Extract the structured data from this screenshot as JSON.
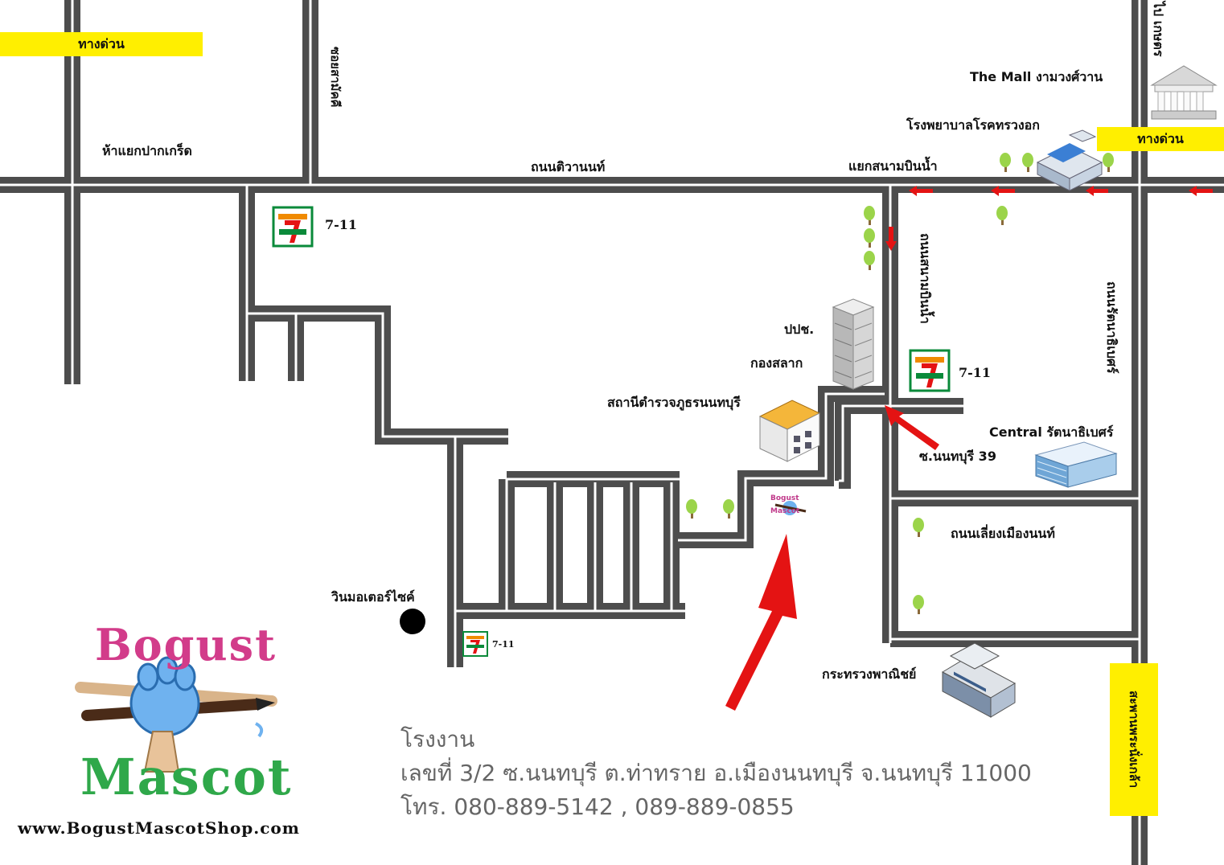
{
  "signs": {
    "expressway_left": "ทางด่วน",
    "expressway_right": "ทางด่วน",
    "bridge": "สะพานพระนั่งเกล้า"
  },
  "roads": {
    "tiwanon": "ถนนติวานนท์",
    "soi_sanambin": "ซอยสามัคคี",
    "sanambinnam": "ถนนสนามบินน้ำ",
    "rattanathibet": "ถนนรัตนาธิเบศร์",
    "kaset": "ไป เกษตร",
    "liang_mueang": "ถนนเลี่ยงเมืองนนท์",
    "soi39": "ซ.นนทบุรี 39"
  },
  "places": {
    "pak_kret_junction": "ห้าแยกปากเกร็ด",
    "the_mall": "The Mall งามวงศ์วาน",
    "chest_hospital": "โรงพยาบาลโรคทรวงอก",
    "sanambin_junction": "แยกสนามบินน้ำ",
    "ppch": "ปปช.",
    "lottery": "กองสลาก",
    "police_station": "สถานีตำรวจภูธรนนทบุรี",
    "central": "Central รัตนาธิเบศร์",
    "commerce_ministry": "กระทรวงพาณิชย์",
    "win_motorsize": "วินมอเตอร์ไซค์"
  },
  "stores": {
    "seven_a": "7-11",
    "seven_b": "7-11",
    "seven_c": "7-11"
  },
  "address": {
    "line1": "โรงงาน",
    "line2": "เลขที่ 3/2 ซ.นนทบุรี ต.ท่าทราย อ.เมืองนนทบุรี จ.นนทบุรี 11000",
    "line3": "โทร. 080-889-5142 , 089-889-0855"
  },
  "brand": {
    "word1": "Bogust",
    "word2": "Mascot",
    "website": "www.BogustMascotShop.com",
    "mini_logo": "Bogust Mascot"
  },
  "colors": {
    "road": "#4d4d4d",
    "lane": "#ffffff",
    "arrow": "#e41313",
    "sign": "#ffef00",
    "tree": "#9bd44a"
  }
}
